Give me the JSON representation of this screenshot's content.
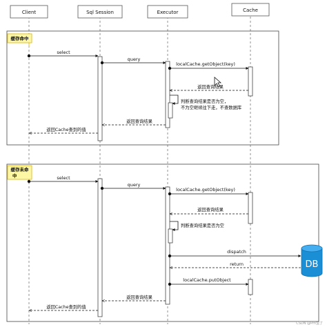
{
  "actors": {
    "client": "Client",
    "session": "Sql Session",
    "executor": "Executor",
    "cache": "Cache"
  },
  "frames": {
    "hit": {
      "tag": "缓存命中",
      "messages": {
        "select": "select",
        "query": "query",
        "get_object": "localCache.getObject(key)",
        "return_cache": "返回查询结果",
        "self_note_line1": "判断查询结果是否为空，",
        "self_note_line2": "不为空继续往下走，不查数据库",
        "return_session": "返回查询结果",
        "return_client": "返回Cache查到的值"
      }
    },
    "miss": {
      "tag_line1": "缓存未命",
      "tag_line2": "中",
      "messages": {
        "select": "select",
        "query": "query",
        "get_object": "localCache.getObject(key)",
        "return_cache": "返回查询结果",
        "self_note": "判断查询结果是否为空",
        "dispatch": "dispatch",
        "return_db": "return",
        "put_object": "localCache.putObject",
        "return_session": "返回查询结果",
        "return_client": "返回Cache查到的值"
      }
    }
  },
  "database": {
    "label": "DB",
    "color": "#1a8fd6"
  },
  "colors": {
    "tag_fill": "#fdf6a3",
    "tag_border": "#e0b800"
  },
  "watermark": "CSDN @Pm虫了"
}
